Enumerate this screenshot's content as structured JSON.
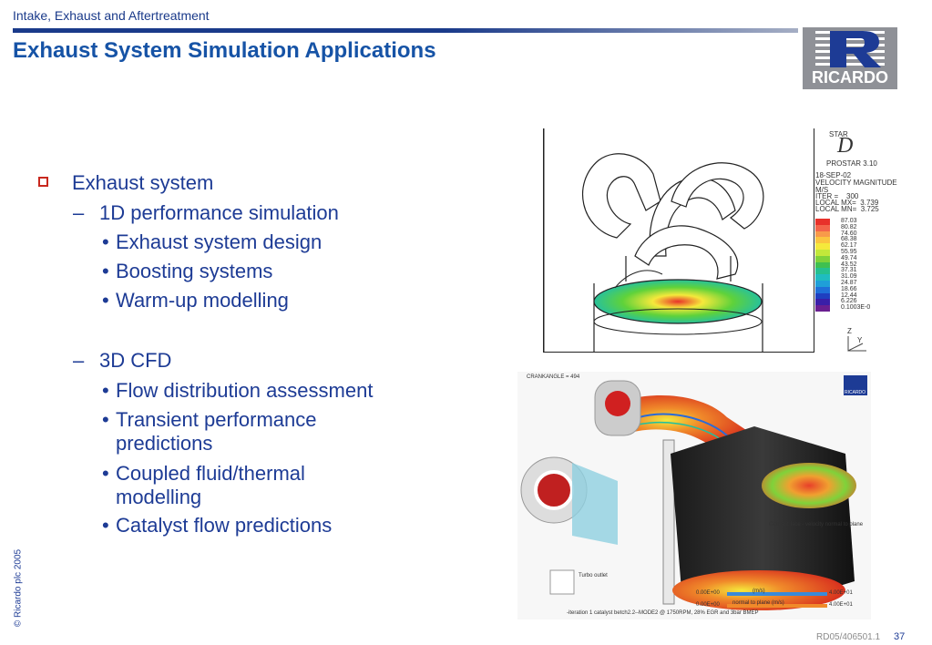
{
  "header": {
    "section_label": "Intake, Exhaust and Aftertreatment",
    "title": "Exhaust System Simulation Applications",
    "logo_text": "RICARDO"
  },
  "bullets": {
    "l1": "Exhaust system",
    "perf": "1D performance simulation",
    "perf_items": [
      "Exhaust system design",
      "Boosting systems",
      "Warm-up modelling"
    ],
    "cfd": "3D CFD",
    "cfd_items": [
      "Flow distribution assessment",
      "Transient performance predictions",
      "Coupled fluid/thermal modelling",
      "Catalyst flow predictions"
    ]
  },
  "figure_top": {
    "software": "STAR",
    "version": "PROSTAR 3.10",
    "date": "18-SEP-02",
    "quantity": "VELOCITY MAGNITUDE",
    "units": "M/S",
    "iter": "ITER =    300",
    "local_max": "LOCAL MX=  3.739",
    "local_min": "LOCAL MN=  3.725",
    "legend_values": [
      "87.03",
      "80.82",
      "74.60",
      "68.38",
      "62.17",
      "55.95",
      "49.74",
      "43.52",
      "37.31",
      "31.09",
      "24.87",
      "18.66",
      "12.44",
      "6.226",
      "0.1003E-0"
    ],
    "legend_colors": [
      "#e8312a",
      "#f3644a",
      "#f89a4a",
      "#fbc53f",
      "#f5e93b",
      "#c2e83a",
      "#7fd23a",
      "#3fc050",
      "#25c08f",
      "#1fbcc0",
      "#1f9fd8",
      "#1f6fd8",
      "#1f3fc0",
      "#3a1fa8",
      "#6a1f90"
    ],
    "axis_z": "Z",
    "axis_y": "Y"
  },
  "figure_bottom": {
    "crankangle": "CRANKANGLE =  494",
    "catalyst_face": "Catalyst face - velocity normal to plane",
    "turbo_outlet": "Turbo outlet",
    "scale_min": "0.00E+00",
    "scale_max": "4.00E+01",
    "scale_label_1": "(m/s)",
    "scale_label_2": "normal to plane (m/s)",
    "caption": "-iteration 1 catalyst betch2.2--MODE2 @ 1750RPM, 28% EGR and 3bar BMEP",
    "logo_text": "RICARDO"
  },
  "footer": {
    "copyright": "© Ricardo plc 2005",
    "code": "RD05/406501.1",
    "page": "37"
  }
}
